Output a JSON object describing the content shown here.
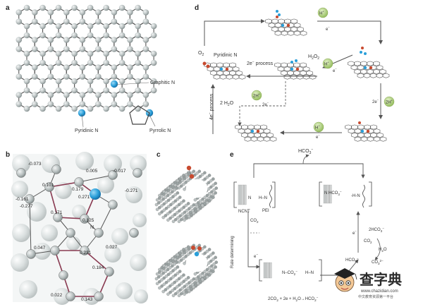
{
  "panels": {
    "a": {
      "label": "a",
      "graphitic": "Graphitic N",
      "pyridinic": "Pyridinic N",
      "pyrrolic": "Pyrrolic N"
    },
    "b": {
      "label": "b",
      "atom_n": "N",
      "values": [
        "-0.073",
        "0.005",
        "-0.017",
        "-0.161",
        "0.101",
        "0.179",
        "-0.271",
        "-0.277",
        "0.171",
        "0.271",
        "0.125",
        "0.047",
        "0.027",
        "0.231",
        "0.184",
        "0.022",
        "0.143"
      ]
    },
    "c": {
      "label": "c"
    },
    "d": {
      "label": "d",
      "o2": "O",
      "o2_sub": "2",
      "pyridinic": "Pyridinic N",
      "h2o2": "H",
      "h2o2_sub": "2",
      "o2b": "O",
      "o2b_sub": "2",
      "two_e_process": "2e",
      "two_e_process_tail": " process",
      "four_e_process": "4e",
      "four_e_process_tail": " process",
      "two_h2o": "2 H",
      "two_h2o_sub": "2",
      "two_h2o_tail": "O",
      "h_plus": "H",
      "two_h_plus": "2H",
      "e_minus": "e",
      "two_e_minus": "2e"
    },
    "e": {
      "label": "e",
      "hco3_top": "HCO",
      "ncnt": "NCNT",
      "pei": "PEI",
      "n_hco3": "N HCO",
      "co2": "CO",
      "rate_determining": "Rate determining",
      "e_minus": "e",
      "n_co2": "N–CO",
      "h_n": "H–N",
      "two_hco3": "2HCO",
      "co2_b": "CO",
      "h2o": "H",
      "hco3_b": "HCO",
      "co3": "CO",
      "equation": "2CO",
      "equation_tail": " + 2e + H",
      "equation_end": "O→HCO"
    }
  },
  "watermark": {
    "title": "查字典",
    "url": "www.chazidian.com",
    "subtitle": "中文教育资源第一平台"
  },
  "colors": {
    "atom_gray": "#b9c1c1",
    "atom_blue": "#2a9fd9",
    "bond": "#555555",
    "ring_red": "#8a3b52",
    "ball_dark": "#888e8e",
    "ball_light": "#d3d9d8",
    "green": "#a3c96a"
  }
}
